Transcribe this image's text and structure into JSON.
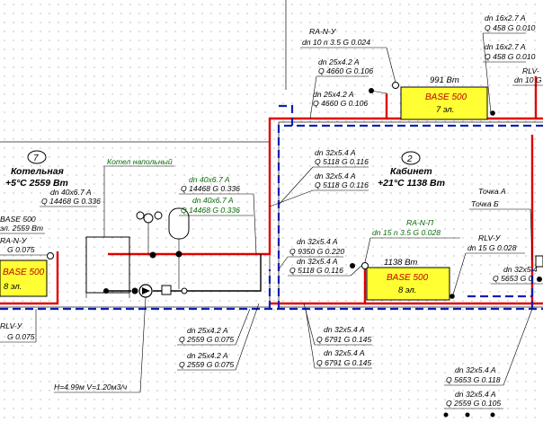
{
  "rooms": [
    {
      "number": "7",
      "name": "Котельная",
      "temp_power": "+5°C 2559 Вт"
    },
    {
      "number": "2",
      "name": "Кабинет",
      "temp_power": "+21°C 1138 Вт"
    }
  ],
  "radiators": [
    {
      "model": "BASE 500",
      "sections": "8 эл.",
      "power": ""
    },
    {
      "model": "BASE 500",
      "sections": "8 эл.",
      "power": "1138 Вт"
    },
    {
      "model": "BASE 500",
      "sections": "7 эл.",
      "power": "991 Вт"
    }
  ],
  "equipment": {
    "boiler_label": "Котел напольный",
    "pump_head": "H=4.99м  V=1.20м3/ч",
    "point_a": "Точка А",
    "point_b": "Точка Б"
  },
  "annotations": {
    "top_ra_valve": "RA-N-У",
    "top_ra_line2": "dn 10  n 3.5  G 0.024",
    "top_25a_l1": "dn 25x4.2 A",
    "top_25a_l2": "Q 4660  G 0.106",
    "top_25b_l1": "dn 25x4.2 A",
    "top_25b_l2": "Q 4660  G 0.106",
    "tr_16a_l1": "dn 16x2.7 A",
    "tr_16a_l2": "Q 458  G 0.010",
    "tr_16b_l1": "dn 16x2.7 A",
    "tr_16b_l2": "Q 458  G 0.010",
    "tr_rlv": "RLV-",
    "tr_rlv_line2": "dn 10  G",
    "mid_32a_l1": "dn 32x5.4 A",
    "mid_32a_l2": "Q 5118  G 0.116",
    "mid_32b_l1": "dn 32x5.4 A",
    "mid_32b_l2": "Q 5118  G 0.116",
    "boiler_40a_l1": "dn 40x6.7 A",
    "boiler_40a_l2": "Q 14468  G 0.336",
    "boiler_40b_l1": "dn 40x6.7 A",
    "boiler_40b_l2": "Q 14468  G 0.336",
    "left_40_l1": "dn 40x6.7 A",
    "left_40_l2": "Q 14468  G 0.336",
    "left_base_l1": "BASE 500",
    "left_base_l2": "эл. 2559 Вт",
    "left_ry": "RA-N-У",
    "left_g": "G 0.075",
    "left_bottom_y": "RLV-У",
    "left_bottom_g": "G 0.075",
    "cab_32a_l1": "dn 32x5.4 A",
    "cab_32a_l2": "Q 9350  G 0.220",
    "cab_32b_l1": "dn 32x5.4 A",
    "cab_32b_l2": "Q 5118  G 0.116",
    "cab_ran_l1": "RA-N-П",
    "cab_ran_l2": "dn 15  n 3.5  G 0.028",
    "cab_rlv_l1": "RLV-У",
    "cab_rlv_l2": "dn 15  G 0.028",
    "right_32_l1": "dn 32x5.4",
    "right_32_l2": "Q 5653  G 0",
    "bl_25a_l1": "dn 25x4.2 A",
    "bl_25a_l2": "Q 2559  G 0.075",
    "bl_25b_l1": "dn 25x4.2 A",
    "bl_25b_l2": "Q 2559  G 0.075",
    "bm_32a_l1": "dn 32x5.4 A",
    "bm_32a_l2": "Q 6791  G 0.145",
    "bm_32b_l1": "dn 32x5.4 A",
    "bm_32b_l2": "Q 6791  G 0.145",
    "br_32a_l1": "dn 32x5.4 A",
    "br_32a_l2": "Q 5653  G 0.118",
    "br_32b_l1": "dn 32x5.4 A",
    "br_32b_l2": "Q 2559  G 0.105"
  },
  "colors": {
    "supply_pipe": "#e00000",
    "return_pipe": "#1020b0",
    "radiator_fill": "#ffff33",
    "equipment_label": "#0a6a0a"
  }
}
